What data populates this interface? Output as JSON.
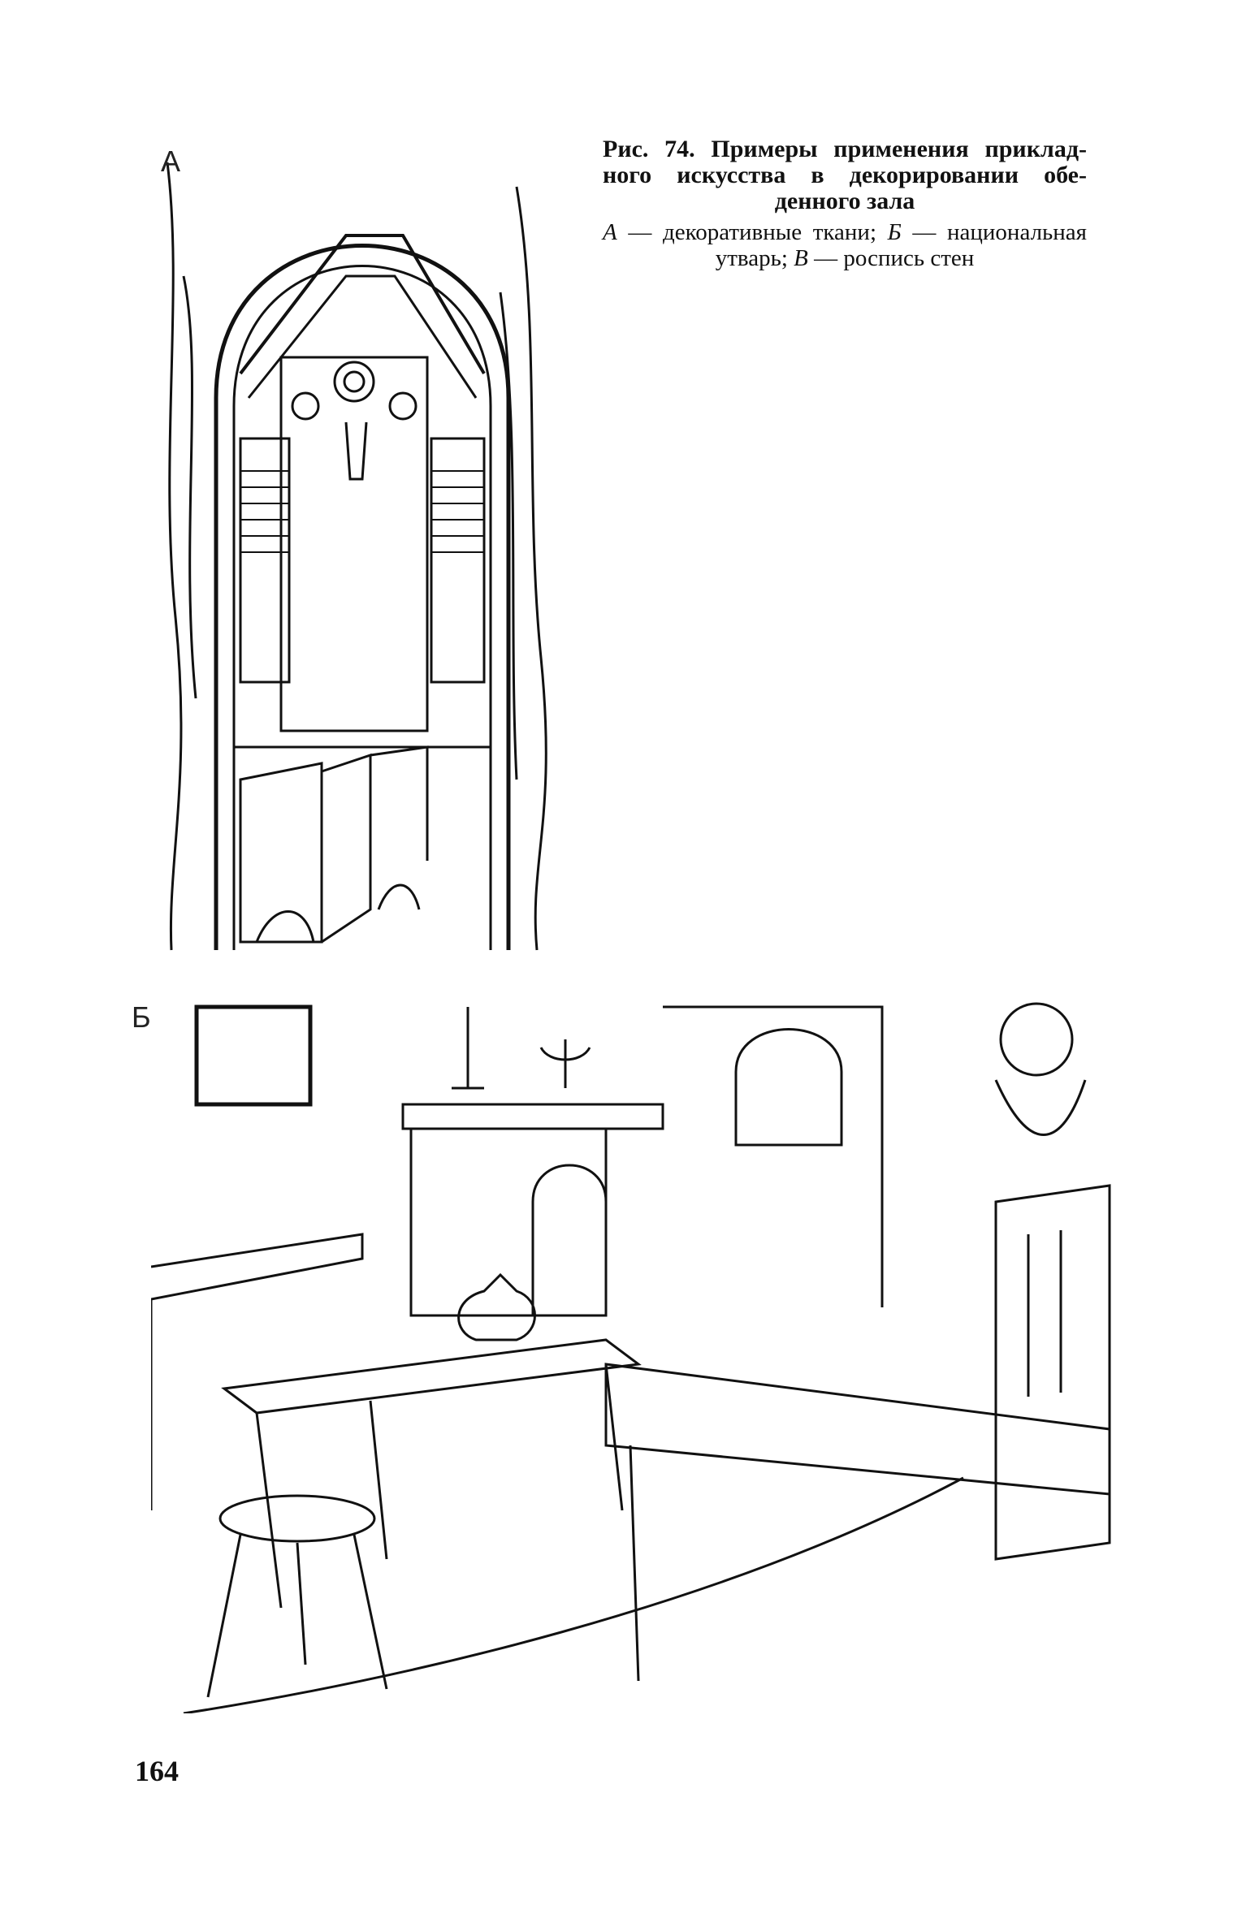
{
  "caption": {
    "title": "Рис. 74. Примеры применения приклад­ного искусства в декорировании обе­денного зала",
    "a_letter": "А",
    "a_text": " — декоративные ткани; ",
    "b_letter": "Б",
    "b_text": " — нацио­нальная утварь; ",
    "v_letter": "В",
    "v_text": " — роспись стен"
  },
  "figure_letters": {
    "a": "А",
    "b": "Б"
  },
  "page_number": "164"
}
